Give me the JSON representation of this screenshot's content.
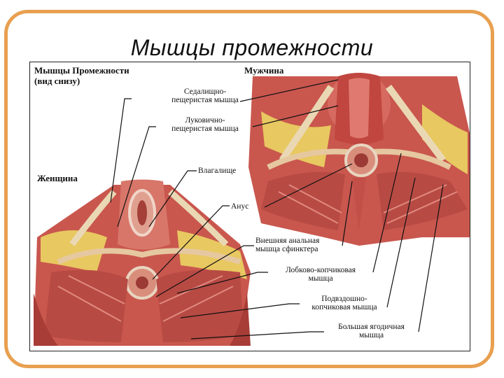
{
  "slide": {
    "title": "Мышцы промежности"
  },
  "figure": {
    "header_line1": "Мышцы Промежности",
    "header_line2": "(вид снизу)",
    "male_label": "Мужчина",
    "female_label": "Женщина",
    "labels": {
      "ischiocavernosus_1": "Седалищно-",
      "ischiocavernosus_2": "пещеристая мышца",
      "bulbospongiosus_1": "Луковично-",
      "bulbospongiosus_2": "пещеристая мышца",
      "vagina": "Влагалище",
      "anus": "Анус",
      "ext_sphincter_1": "Внешняя анальная",
      "ext_sphincter_2": "мышца сфинктера",
      "pubococcygeus_1": "Лобково-копчиковая",
      "pubococcygeus_2": "мышца",
      "iliococcygeus_1": "Подвздошно-",
      "iliococcygeus_2": "копчиковая мышца",
      "gluteus_1": "Большая ягодичная",
      "gluteus_2": "мышца"
    }
  },
  "colors": {
    "frame": "#e8a050",
    "muscle": "#c4524a",
    "muscle_light": "#e08a80",
    "tendon": "#ead8b4",
    "fat": "#f0d070"
  }
}
